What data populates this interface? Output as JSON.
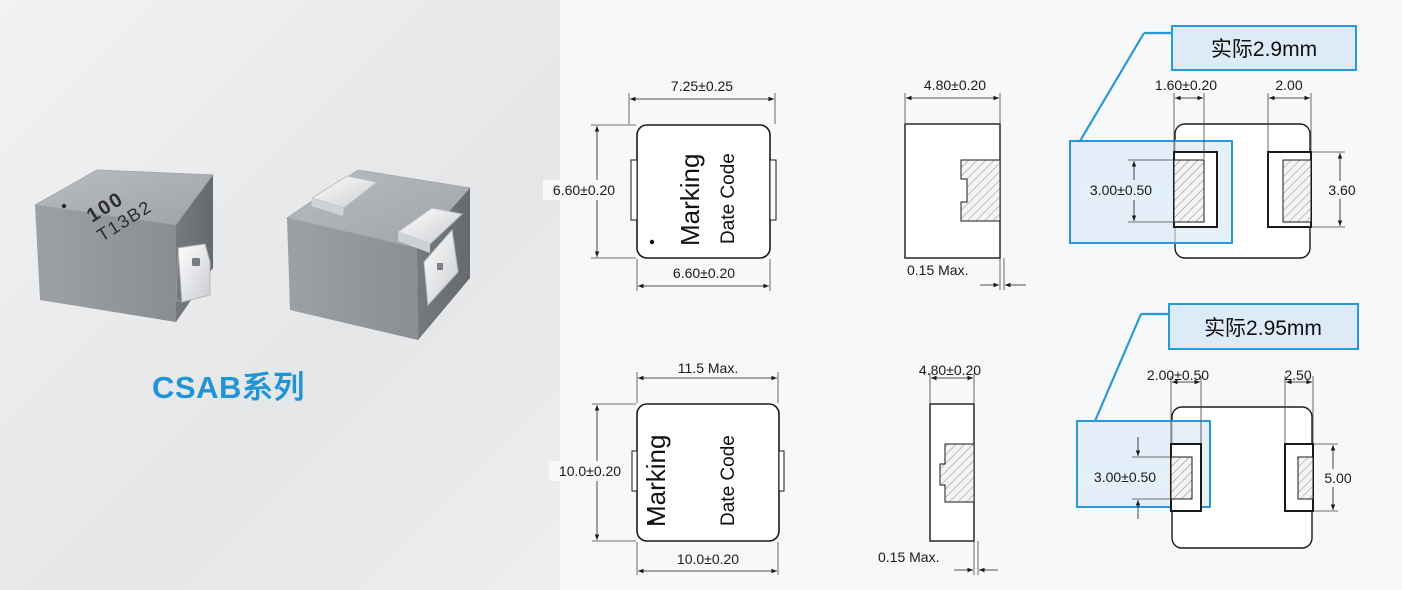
{
  "series_title": "CSAB系列",
  "component_a": {
    "marking_line1": "100",
    "marking_line2": "T13B2"
  },
  "top_row": {
    "front": {
      "width_top": "7.25±0.25",
      "height_left": "6.60±0.20",
      "width_bottom": "6.60±0.20",
      "marking": "Marking",
      "date_code": "Date Code"
    },
    "side": {
      "thickness": "4.80±0.20",
      "standoff": "0.15 Max."
    },
    "pad": {
      "callout": "实际2.9mm",
      "pad_width": "1.60±0.20",
      "pad_gap": "2.00",
      "pad_length": "3.00±0.50",
      "pad_height": "3.60"
    }
  },
  "bottom_row": {
    "front": {
      "width_top": "11.5 Max.",
      "height_left": "10.0±0.20",
      "width_bottom": "10.0±0.20",
      "marking": "Marking",
      "date_code": "Date Code"
    },
    "side": {
      "thickness": "4.80±0.20",
      "standoff": "0.15 Max."
    },
    "pad": {
      "callout": "实际2.95mm",
      "pad_width": "2.00±0.50",
      "pad_gap": "2.50",
      "pad_length": "3.00±0.50",
      "pad_height": "5.00"
    }
  },
  "colors": {
    "accent": "#1f95d6",
    "callout_fill": "#dcebf7",
    "callout_border": "#2a9ad6"
  }
}
